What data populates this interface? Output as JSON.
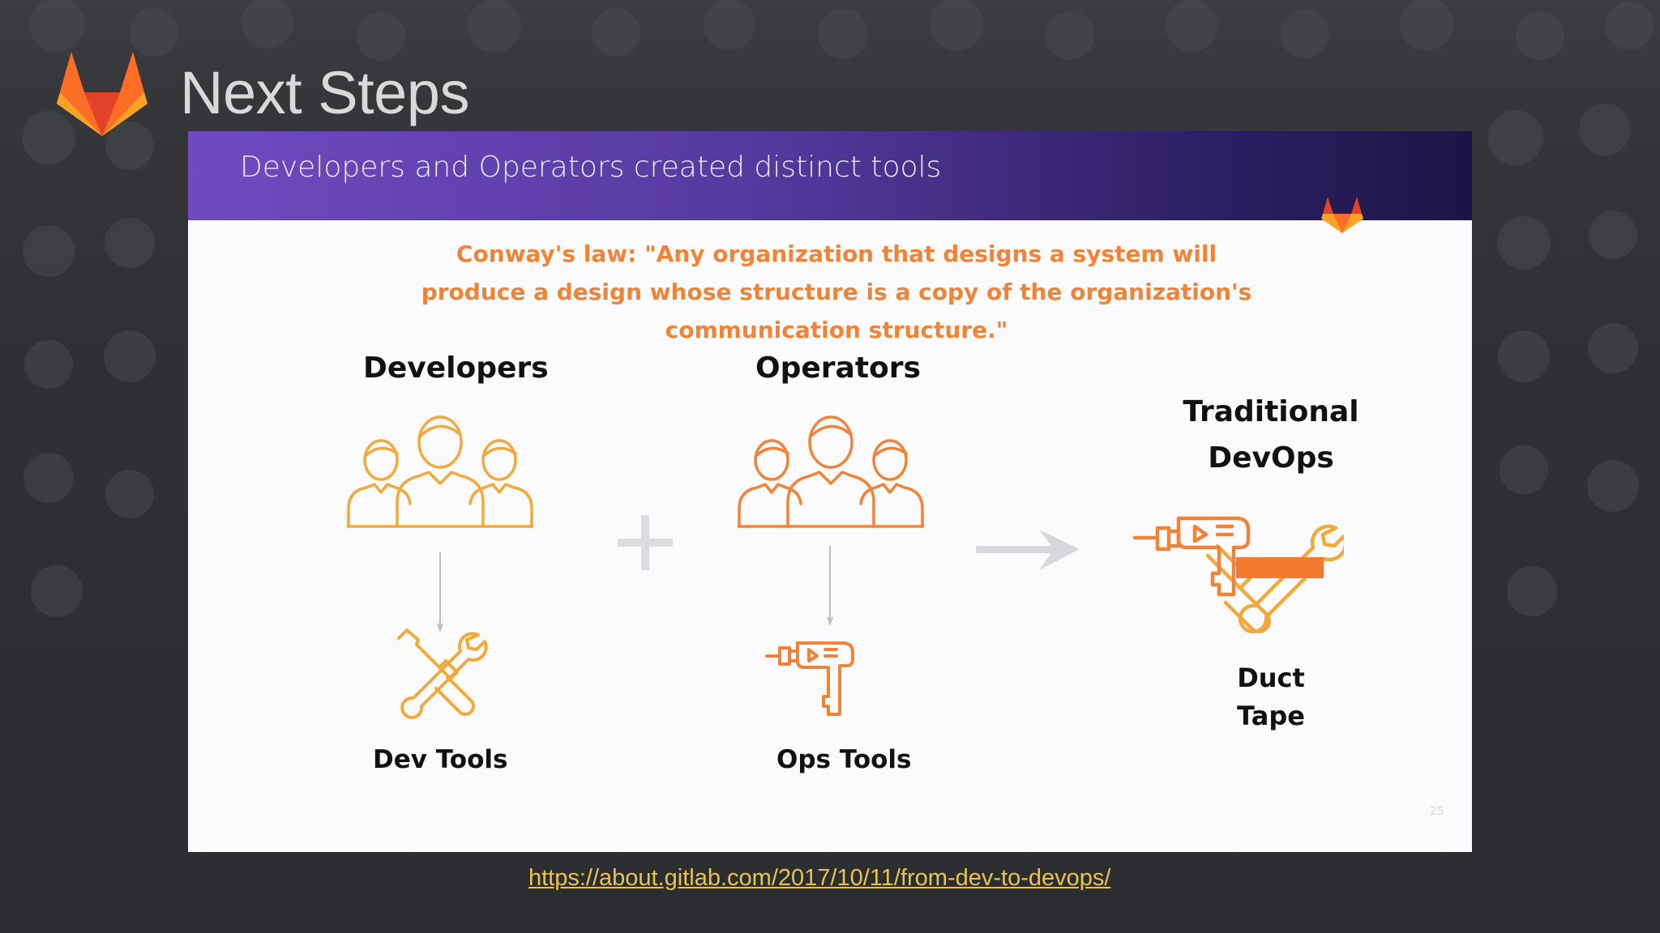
{
  "page": {
    "title": "Next Steps",
    "link": "https://about.gitlab.com/2017/10/11/from-dev-to-devops/"
  },
  "slide": {
    "header": "Developers and Operators created distinct tools",
    "quote": "Conway's law: \"Any organization that designs a system will produce a design whose structure is a copy of the organization's communication structure.\"",
    "developers_label": "Developers",
    "operators_label": "Operators",
    "devops_label_line1": "Traditional",
    "devops_label_line2": "DevOps",
    "dev_tools_label": "Dev Tools",
    "ops_tools_label": "Ops Tools",
    "duct_tape_line1": "Duct",
    "duct_tape_line2": "Tape",
    "slide_number": "25"
  },
  "icons": {
    "logo": "gitlab-fox-logo",
    "people": "people-group-icon",
    "tools": "wrench-screwdriver-icon",
    "drill": "power-drill-icon",
    "plus": "plus-icon",
    "arrow": "arrow-right-icon"
  },
  "colors": {
    "accent_orange": "#ef8438",
    "gold": "#f2a93b",
    "header_purple": "#6f4bc0",
    "link_yellow": "#e9c44b",
    "title_gray": "#d9d9d9"
  }
}
